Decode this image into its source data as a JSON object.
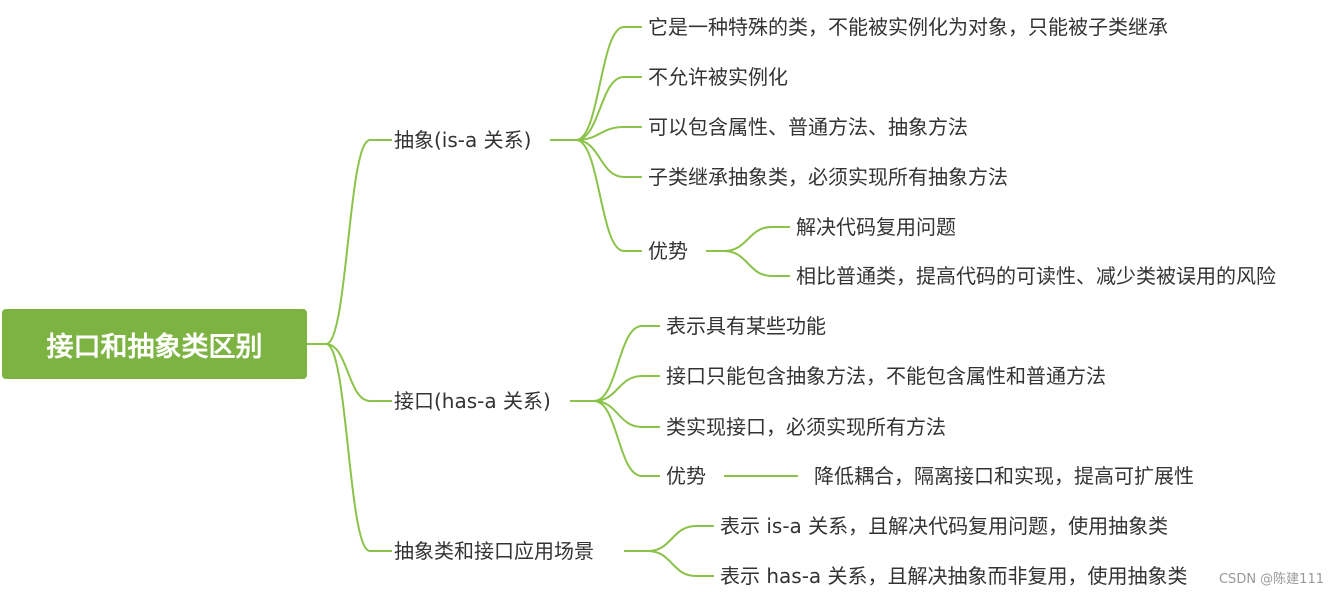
{
  "root": {
    "label": "接口和抽象类区别"
  },
  "branches": {
    "abstract": {
      "label": "抽象(is-a 关系)",
      "items": [
        "它是一种特殊的类，不能被实例化为对象，只能被子类继承",
        "不允许被实例化",
        "可以包含属性、普通方法、抽象方法",
        "子类继承抽象类，必须实现所有抽象方法"
      ],
      "advantage": {
        "label": "优势",
        "items": [
          "解决代码复用问题",
          "相比普通类，提高代码的可读性、减少类被误用的风险"
        ]
      }
    },
    "interface": {
      "label": "接口(has-a 关系)",
      "items": [
        "表示具有某些功能",
        "接口只能包含抽象方法，不能包含属性和普通方法",
        "类实现接口，必须实现所有方法"
      ],
      "advantage": {
        "label": "优势",
        "items": [
          "降低耦合，隔离接口和实现，提高可扩展性"
        ]
      }
    },
    "scenario": {
      "label": "抽象类和接口应用场景",
      "items": [
        "表示 is-a 关系，且解决代码复用问题，使用抽象类",
        "表示 has-a 关系，且解决抽象而非复用，使用抽象类"
      ]
    }
  },
  "watermark": "CSDN @陈建111"
}
